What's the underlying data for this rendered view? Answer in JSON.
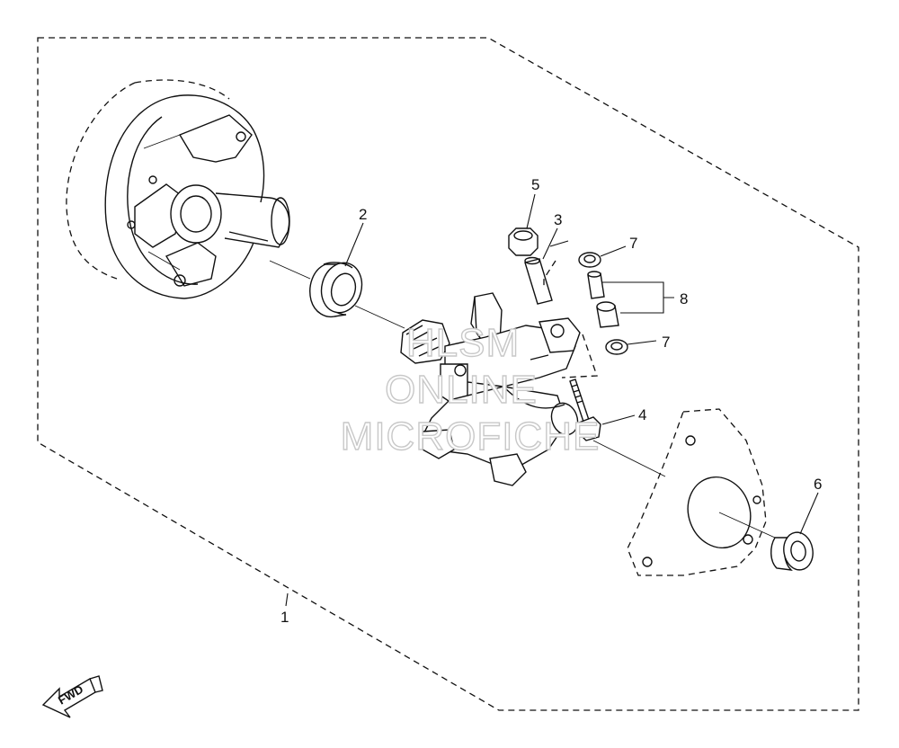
{
  "callouts": [
    "1",
    "2",
    "3",
    "4",
    "5",
    "6",
    "7",
    "7",
    "8"
  ],
  "fwd_label": "FWD",
  "watermark": [
    "HLSM",
    "ONLINE",
    "MICROFICHE"
  ]
}
